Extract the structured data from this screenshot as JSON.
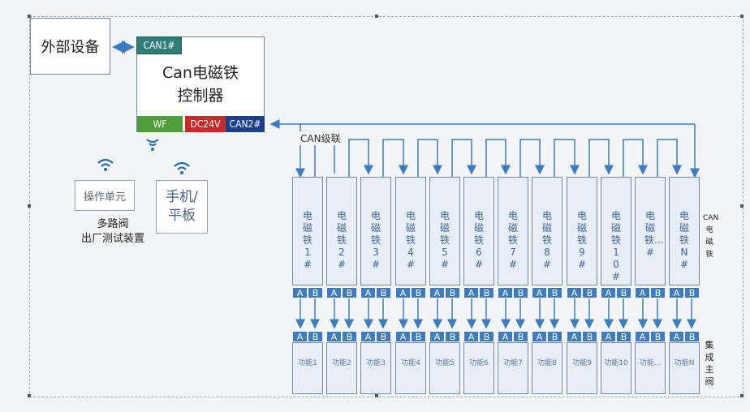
{
  "external_device": "外部设备",
  "controller": {
    "line1": "Can电磁铁",
    "line2": "控制器",
    "can1": "CAN1#",
    "wf": "WF",
    "dc24v": "DC24V",
    "can2": "CAN2#"
  },
  "operation_unit": "操作单元",
  "phone_tablet": {
    "line1": "手机/",
    "line2": "平板"
  },
  "tester_caption": {
    "line1": "多路阀",
    "line2": "出厂测试装置"
  },
  "cascade_label": "CAN级联",
  "magnets": [
    "电磁铁1#",
    "电磁铁2#",
    "电磁铁3#",
    "电磁铁4#",
    "电磁铁5#",
    "电磁铁6#",
    "电磁铁7#",
    "电磁铁8#",
    "电磁铁9#",
    "电磁铁10#",
    "电磁铁...#",
    "电磁铁N#"
  ],
  "functions": [
    "功能1",
    "功能2",
    "功能3",
    "功能4",
    "功能5",
    "功能6",
    "功能7",
    "功能8",
    "功能9",
    "功能10",
    "功能...",
    "功能N"
  ],
  "ab": {
    "a": "A",
    "b": "B"
  },
  "side_labels": {
    "can_magnet": "CAN电磁铁",
    "valve": "集成主阀"
  },
  "colors": {
    "can1": "#2f7f78",
    "wf": "#4f9e3a",
    "dc24v": "#c72a2a",
    "can2": "#1b3e8f",
    "arrow": "#3b7cc4"
  }
}
